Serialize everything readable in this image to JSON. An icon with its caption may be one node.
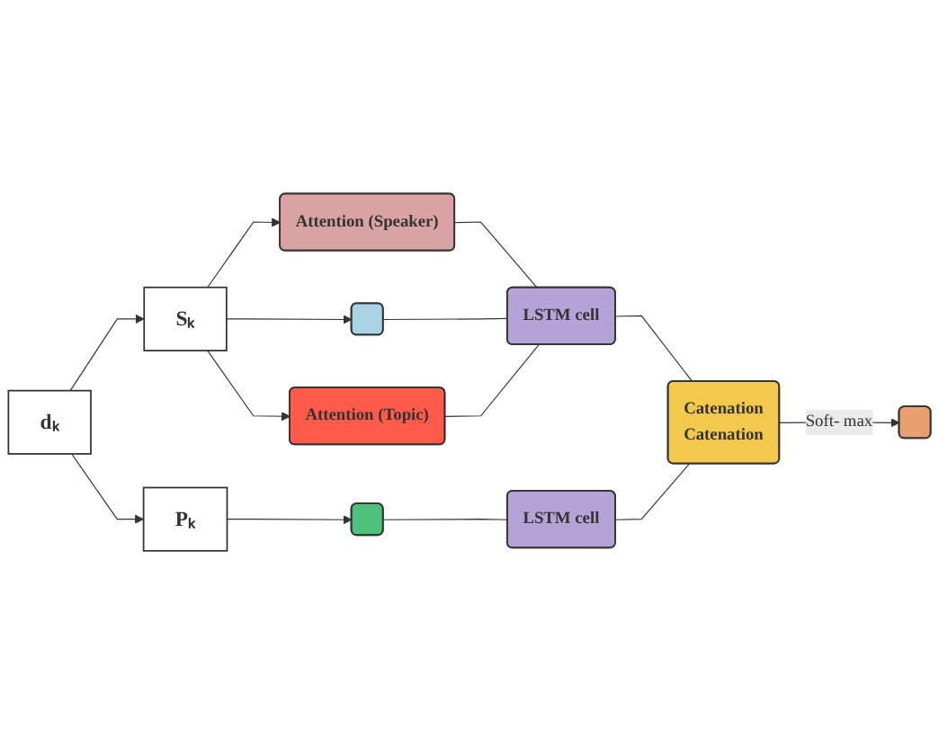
{
  "diagram": {
    "nodes": [
      {
        "text": [
          "dₖ"
        ]
      },
      {
        "text": [
          "Sₖ"
        ]
      },
      {
        "text": [
          "Pₖ"
        ]
      },
      {
        "text": [
          "Attention (Speaker)"
        ]
      },
      {
        "text": [],
        "shape": "bar"
      },
      {
        "text": [
          "Attention (Topic)"
        ]
      },
      {
        "text": [],
        "shape": "bar"
      },
      {
        "text": [
          "LSTM cell"
        ]
      },
      {
        "text": [
          "LSTM cell"
        ]
      },
      {
        "text": [
          "Catenation",
          "Catenation"
        ]
      },
      {
        "text": [],
        "shape": "bar"
      }
    ],
    "edges": [
      {
        "from": 0,
        "to": 1,
        "arrow": "to"
      },
      {
        "from": 0,
        "to": 2,
        "arrow": "to"
      },
      {
        "from": 1,
        "to": 3,
        "arrow": "to"
      },
      {
        "from": 1,
        "to": 4,
        "arrow": "to"
      },
      {
        "from": 1,
        "to": 5,
        "arrow": "to"
      },
      {
        "from": 2,
        "to": 6,
        "arrow": "to"
      },
      {
        "from": 3,
        "to": 7,
        "arrow": "none"
      },
      {
        "from": 4,
        "to": 7,
        "arrow": "none"
      },
      {
        "from": 5,
        "to": 7,
        "arrow": "none"
      },
      {
        "from": 6,
        "to": 8,
        "arrow": "none"
      },
      {
        "from": 7,
        "to": 9,
        "arrow": "none"
      },
      {
        "from": 8,
        "to": 9,
        "arrow": "none"
      },
      {
        "from": 9,
        "to": 10,
        "label": "Soft- max",
        "arrow": "to"
      }
    ]
  }
}
